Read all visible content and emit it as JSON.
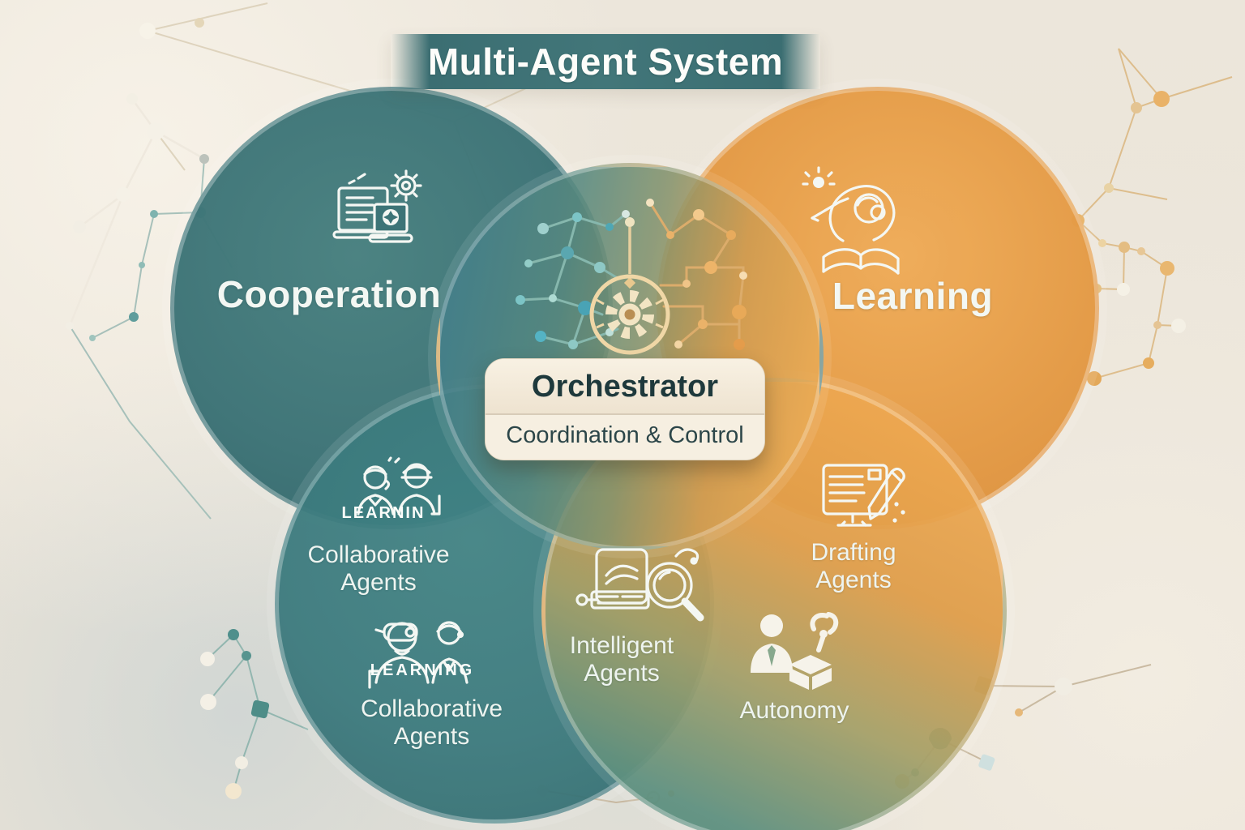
{
  "title": "Multi-Agent System",
  "orchestrator": {
    "title": "Orchestrator",
    "subtitle": "Coordination & Control"
  },
  "regions": {
    "cooperation": {
      "label": "Cooperation",
      "icon": "laptop-gear-icon"
    },
    "learning": {
      "label": "Learning",
      "icon": "brain-book-icon"
    },
    "collaborative_upper": {
      "icon_caption": "LEARNIN",
      "label": "Collaborative Agents",
      "icon": "two-agents-icon"
    },
    "collaborative_lower": {
      "icon_caption": "LEARNING",
      "label": "Collaborative Agents",
      "icon": "two-agents-headset-icon"
    },
    "intelligent": {
      "label": "Intelligent Agents",
      "icon": "book-magnifier-icon"
    },
    "drafting": {
      "label": "Drafting Agents",
      "icon": "monitor-pencil-icon"
    },
    "autonomy": {
      "label": "Autonomy",
      "icon": "person-robot-box-icon"
    }
  },
  "center": {
    "icon": "circuit-brain-gear-icon"
  },
  "colors": {
    "teal": "#3c7376",
    "teal_light": "#418385",
    "orange": "#e49a45",
    "background": "#ece6db",
    "card": "#f3ebdc",
    "card_text": "#1e393c",
    "label_text": "#f3f7f3"
  }
}
